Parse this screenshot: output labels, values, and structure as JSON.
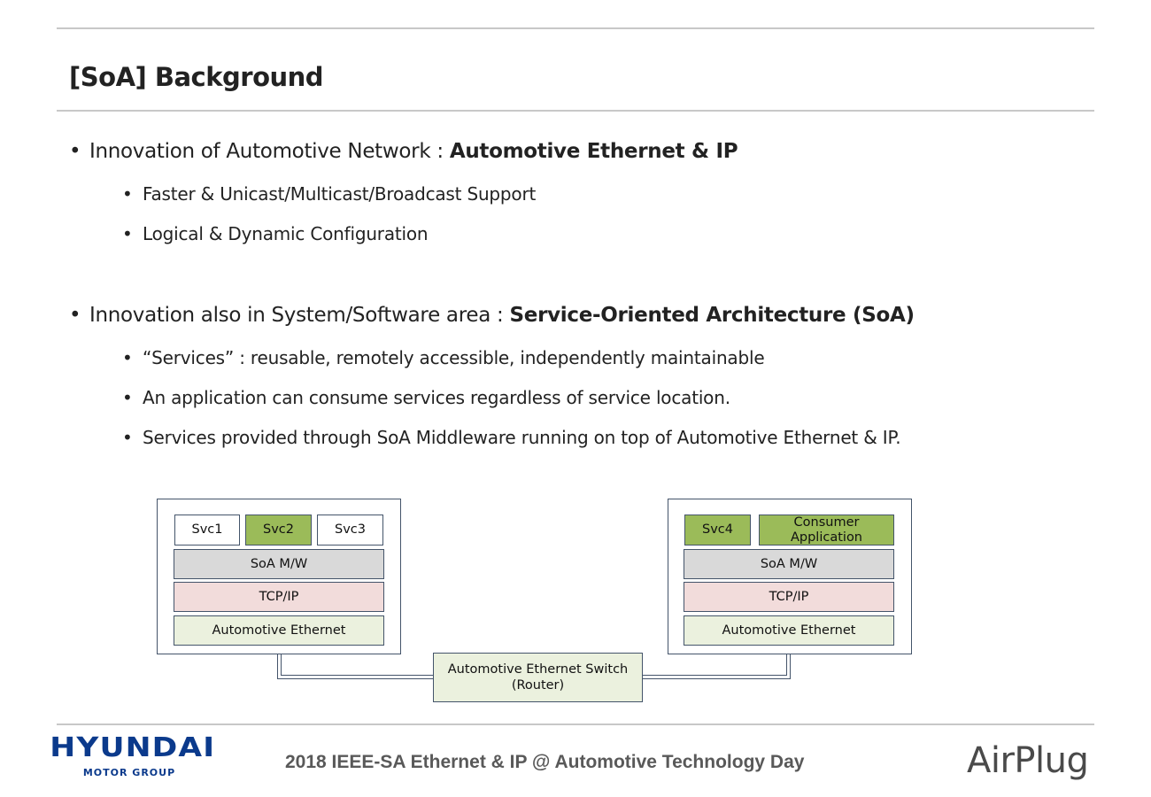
{
  "slide": {
    "title": "[SoA] Background"
  },
  "bullets": {
    "b1": {
      "text": "Innovation of Automotive Network : ",
      "bold": "Automotive Ethernet & IP"
    },
    "b1_1": "Faster & Unicast/Multicast/Broadcast Support",
    "b1_2": "Logical & Dynamic Configuration",
    "b2": {
      "text": "Innovation also in System/Software area : ",
      "bold": "Service-Oriented Architecture (SoA)"
    },
    "b2_1": "“Services” : reusable, remotely accessible, independently maintainable",
    "b2_2": "An application can consume services regardless of service location.",
    "b2_3": "Services provided through SoA Middleware running on top of Automotive Ethernet & IP.",
    "marker": "•"
  },
  "diagram": {
    "left_ecu": {
      "svc1": "Svc1",
      "svc2": "Svc2",
      "svc3": "Svc3",
      "mw": "SoA M/W",
      "tcp": "TCP/IP",
      "eth": "Automotive Ethernet"
    },
    "right_ecu": {
      "svc4": "Svc4",
      "app": "Consumer Application",
      "mw": "SoA M/W",
      "tcp": "TCP/IP",
      "eth": "Automotive Ethernet"
    },
    "switch": {
      "line1": "Automotive Ethernet Switch",
      "line2": "(Router)"
    },
    "colors": {
      "service_green": "#9bbb59",
      "middleware_gray": "#d9d9d9",
      "tcpip_pink": "#f2dcdb",
      "ethernet_green": "#ebf1de",
      "border": "#44546a"
    }
  },
  "footer": {
    "event": "2018 IEEE-SA Ethernet & IP @ Automotive Technology Day",
    "logo_left_main": "HYUNDAI",
    "logo_left_sub": "MOTOR GROUP",
    "logo_right": "AirPlug"
  }
}
